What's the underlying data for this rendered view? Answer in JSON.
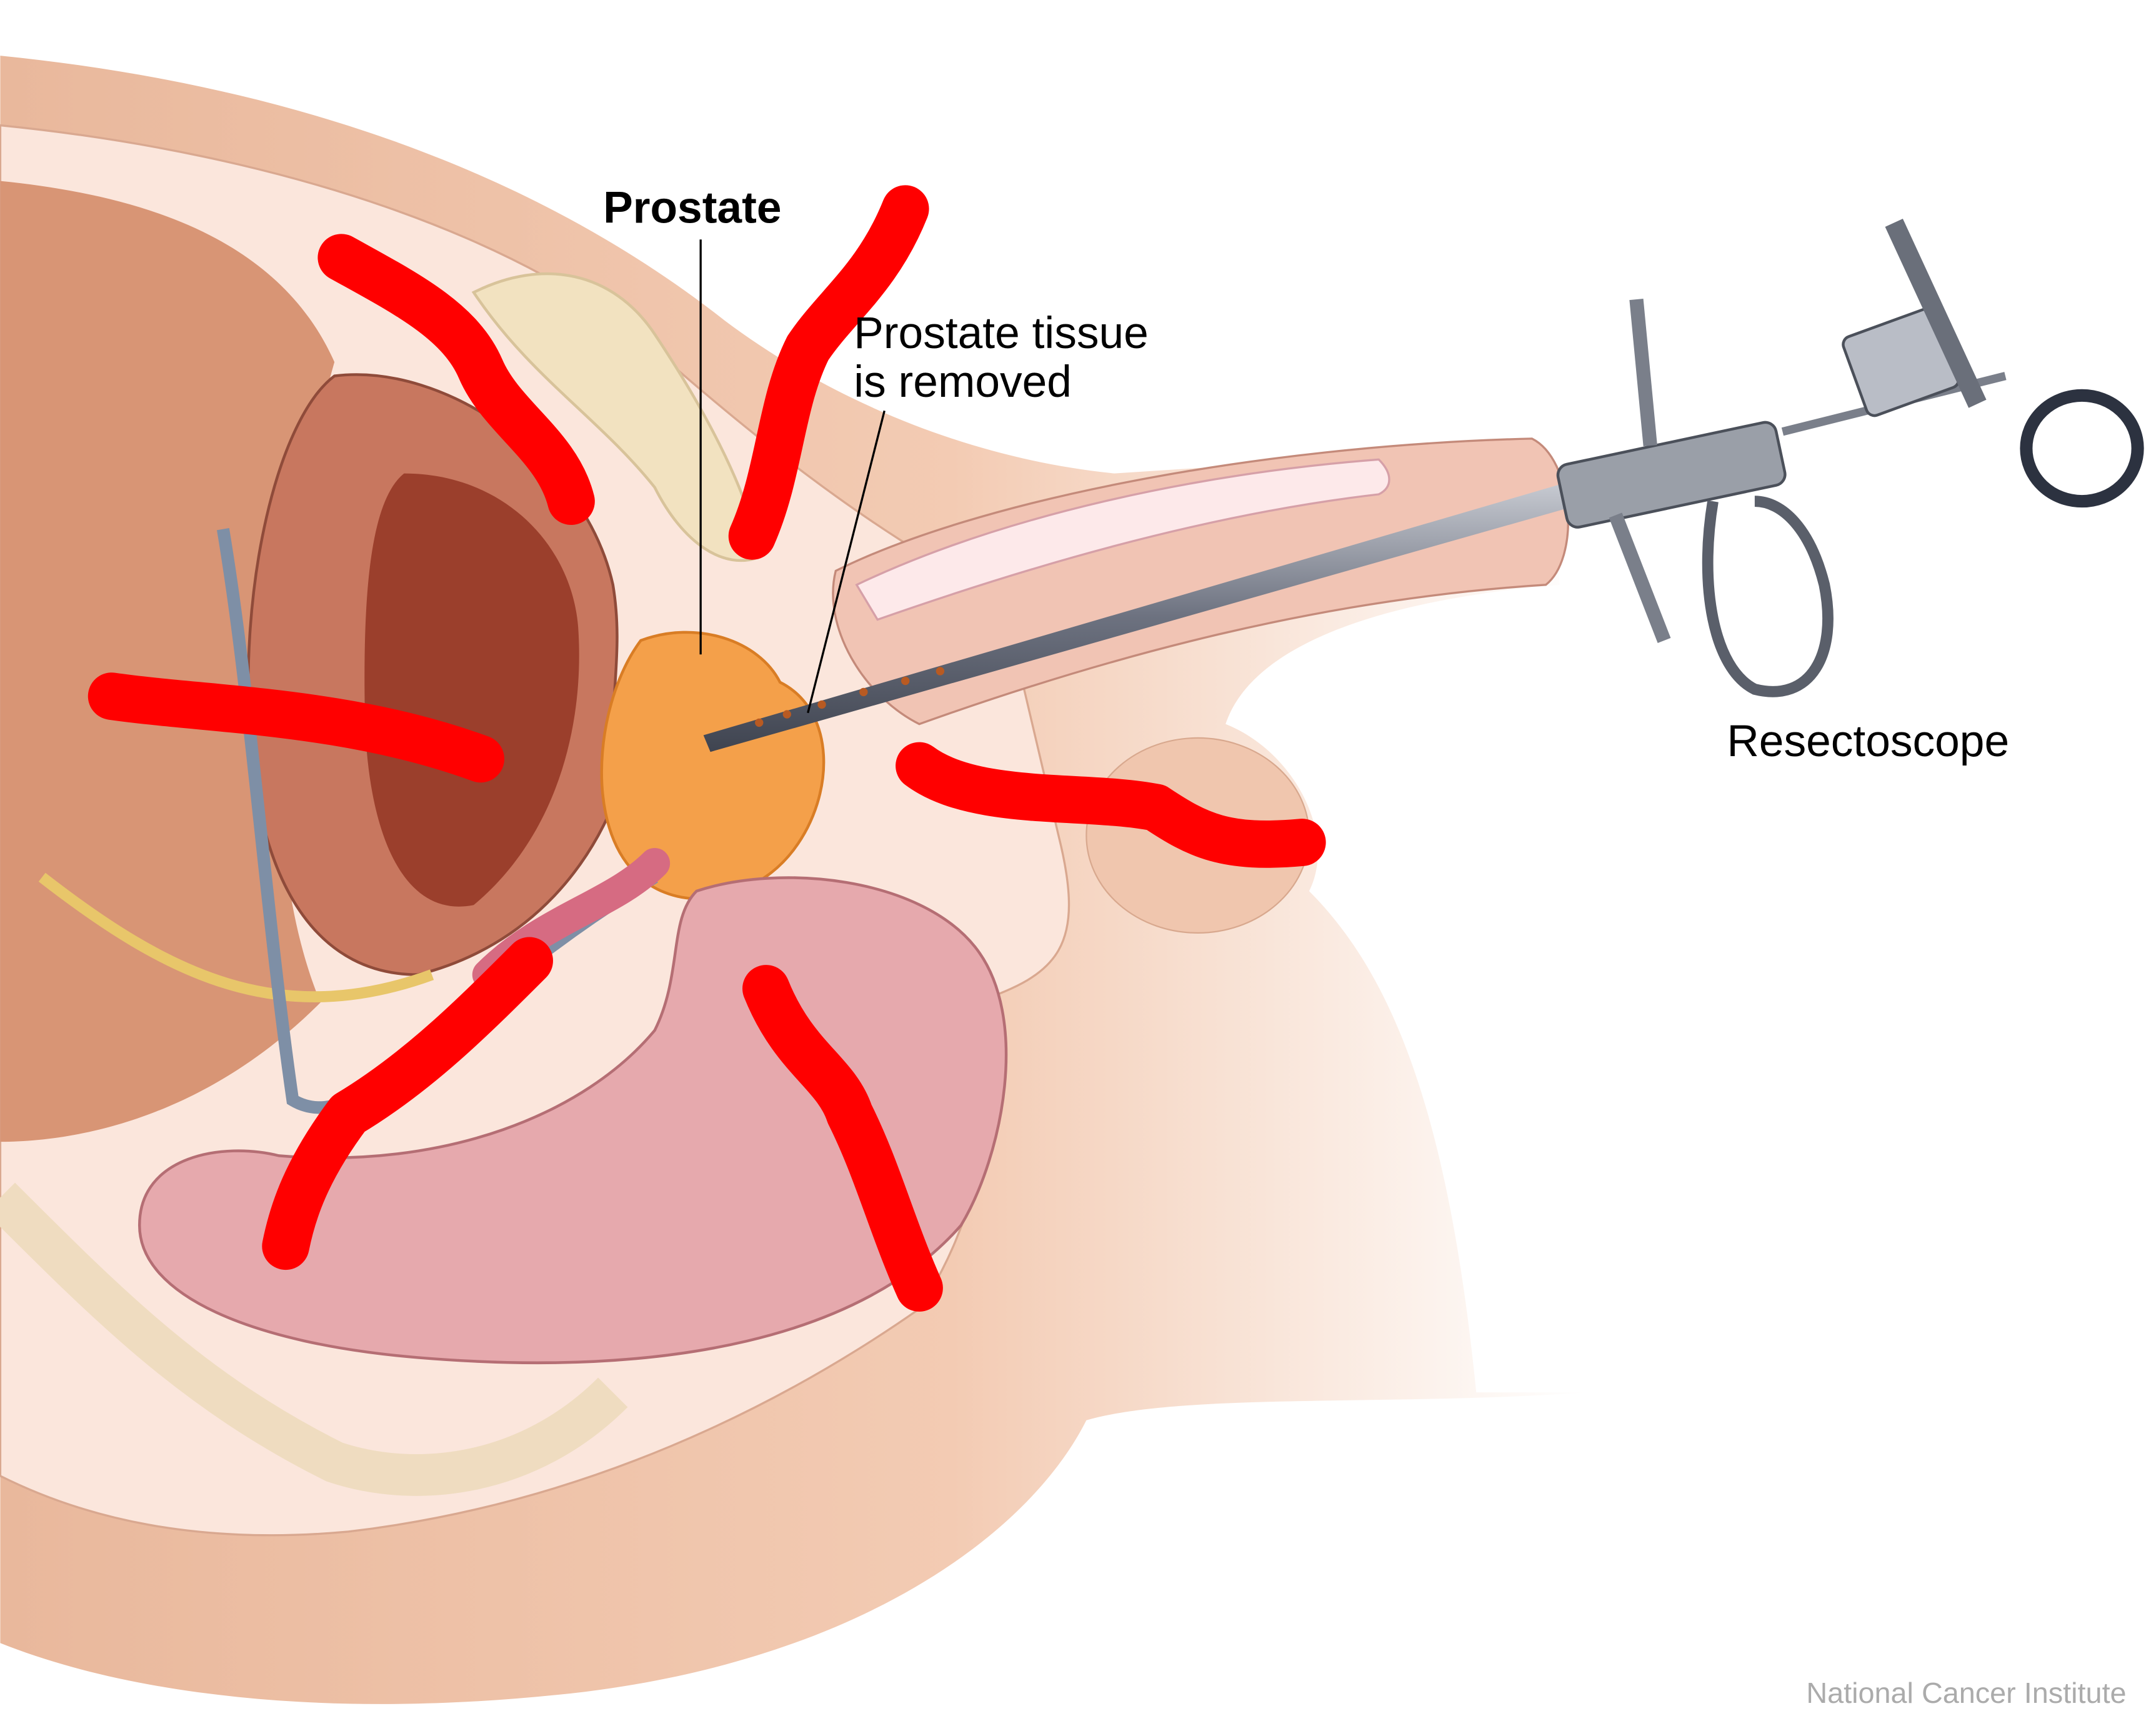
{
  "labels": {
    "prostate": "Prostate",
    "tissue_line1": "Prostate tissue",
    "tissue_line2": "is removed",
    "resectoscope": "Resectoscope"
  },
  "credit": "National Cancer Institute",
  "colors": {
    "skin": "#f5d2c0",
    "skin_dark": "#c98765",
    "prostate": "#f4a04a",
    "bladder": "#a8503a",
    "rectum": "#e6a9ad",
    "bone": "#f2e2c0",
    "annotation": "#ff0000",
    "instrument": "#8a8f99"
  }
}
